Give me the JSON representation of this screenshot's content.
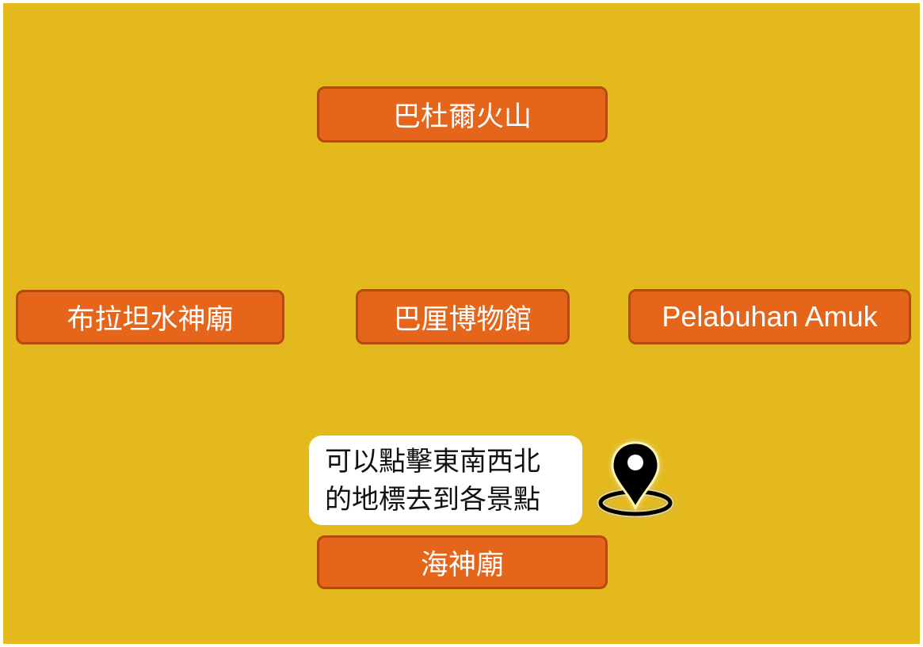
{
  "places": {
    "north": "巴杜爾火山",
    "west": "布拉坦水神廟",
    "center": "巴厘博物館",
    "east": "Pelabuhan Amuk",
    "south": "海神廟"
  },
  "hint": {
    "line1": "可以點擊東南西北",
    "line2": "的地標去到各景點"
  },
  "icons": {
    "location": "map-pin-icon"
  },
  "colors": {
    "background": "#e3b91e",
    "button_fill": "#e5661a",
    "button_border": "#b8490c",
    "button_text": "#ffffff",
    "hint_bg": "#ffffff",
    "pin": "#000000"
  }
}
